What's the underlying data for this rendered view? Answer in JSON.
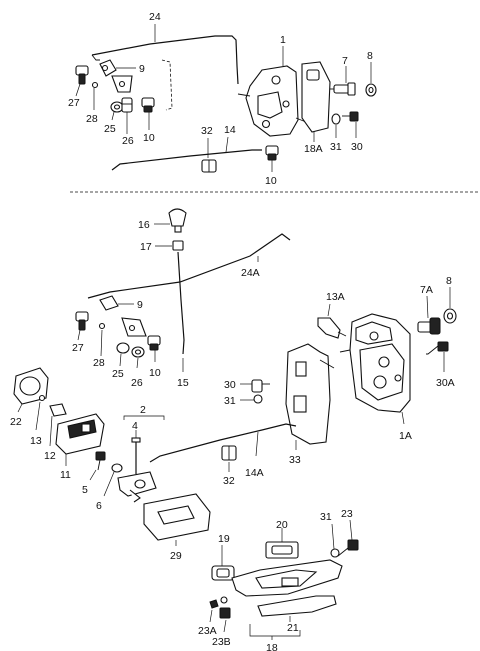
{
  "diagram": {
    "section_top": {
      "labels": {
        "rod_24": "24",
        "lock_1": "1",
        "bolt_7": "7",
        "washer_8": "8",
        "clip_9": "9",
        "bush_27": "27",
        "clip_28": "28",
        "grommet_25": "25",
        "bush_26": "26",
        "clip_10a": "10",
        "rod_14": "14",
        "clip_32": "32",
        "clip_10b": "10",
        "plate_18A": "18A",
        "washer_31": "31",
        "screw_30": "30"
      }
    },
    "section_bottom": {
      "labels": {
        "knob_16": "16",
        "guide_17": "17",
        "rod_24A": "24A",
        "clip_9": "9",
        "striker_13A": "13A",
        "bolt_7A": "7A",
        "washer_8": "8",
        "bush_27": "27",
        "clip_28": "28",
        "grommet_25": "25",
        "bush_26": "26",
        "clip_10": "10",
        "rod_15": "15",
        "screw_30A": "30A",
        "screw_30": "30",
        "washer_31": "31",
        "lock_1A": "1A",
        "cover_22": "22",
        "clip_13": "13",
        "bracket_2": "2",
        "pin_4": "4",
        "bezel_12": "12",
        "handle_11": "11",
        "rod_14A": "14A",
        "plate_33": "33",
        "screw_5": "5",
        "spring_6": "6",
        "clip_32": "32",
        "pad_29": "29",
        "cap_20": "20",
        "washer_31b": "31",
        "screw_23": "23",
        "cap_19": "19",
        "trim_21": "21",
        "screw_23A": "23A",
        "washer_23B": "23B",
        "handle_18": "18"
      }
    }
  }
}
